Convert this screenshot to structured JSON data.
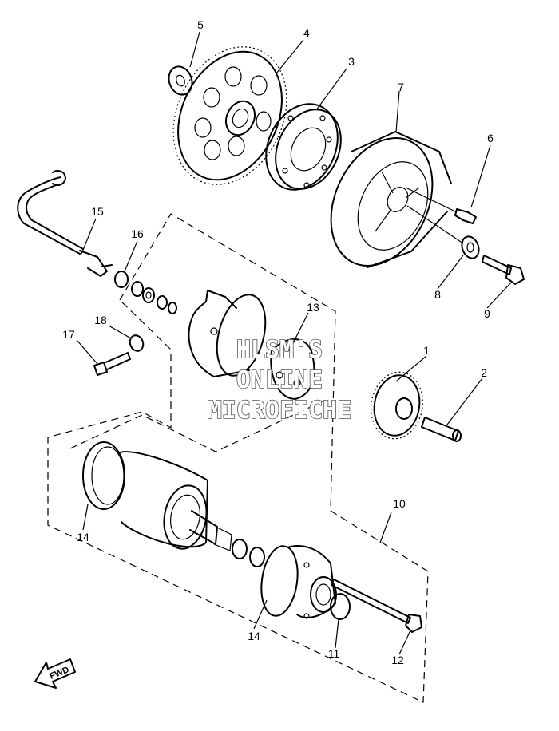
{
  "callouts": [
    "1",
    "2",
    "3",
    "4",
    "5",
    "6",
    "7",
    "8",
    "9",
    "10",
    "11",
    "12",
    "13",
    "14",
    "14",
    "15",
    "16",
    "17",
    "18"
  ],
  "watermark": [
    "HLSM'S",
    "ONLINE",
    "MICROFICHE"
  ],
  "direction_label": "FWD"
}
